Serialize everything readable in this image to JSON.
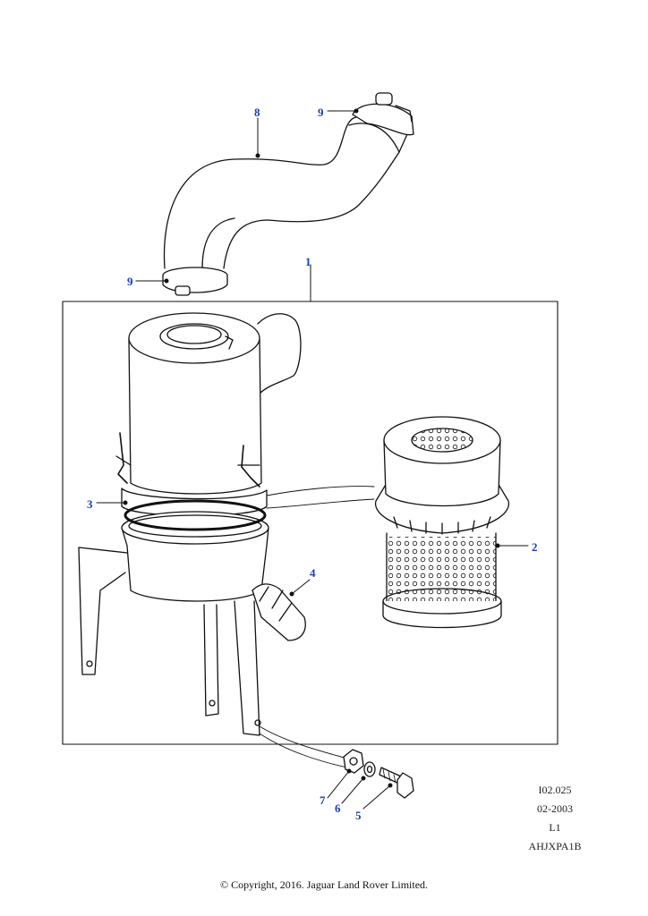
{
  "callouts": {
    "c1": "1",
    "c2": "2",
    "c3": "3",
    "c4": "4",
    "c5": "5",
    "c6": "6",
    "c7": "7",
    "c8": "8",
    "c9_top": "9",
    "c9_bottom": "9"
  },
  "reference": {
    "code": "I02.025",
    "date": "02-2003",
    "level": "L1",
    "part_id": "AHJXPA1B"
  },
  "footer": {
    "copyright": "© Copyright, 2016. Jaguar Land Rover Limited."
  },
  "colors": {
    "callout": "#1a3fb5",
    "line": "#111111"
  }
}
